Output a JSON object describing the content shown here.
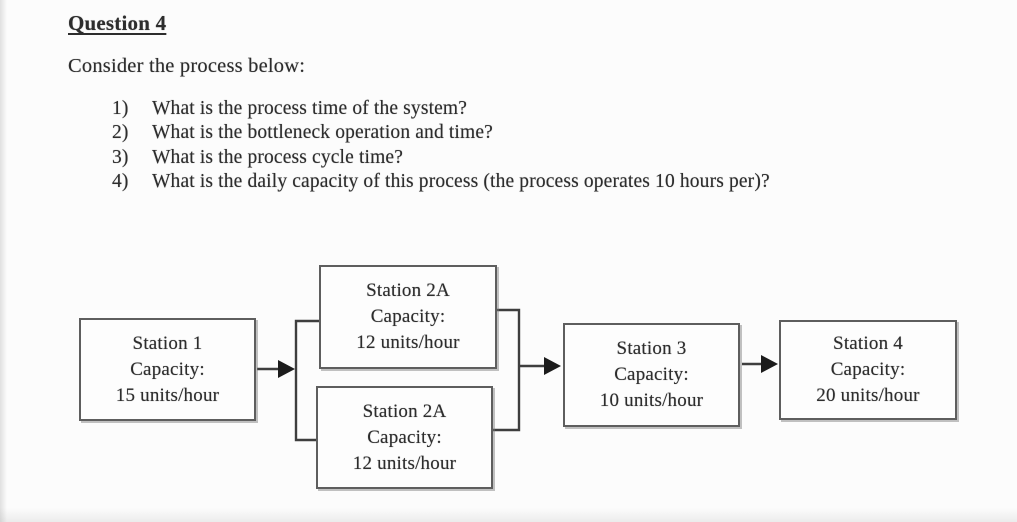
{
  "page": {
    "title": "Question 4",
    "intro": "Consider the process below:",
    "questions": [
      {
        "num": "1)",
        "text": "What is the process time of the system?"
      },
      {
        "num": "2)",
        "text": "What is the bottleneck operation and time?"
      },
      {
        "num": "3)",
        "text": "What is the process cycle time?"
      },
      {
        "num": "4)",
        "text": "What is the daily capacity of this process (the process operates 10 hours per)?"
      }
    ]
  },
  "diagram": {
    "stations": [
      {
        "name": "Station 1",
        "cap_label": "Capacity:",
        "cap_value": "15 units/hour"
      },
      {
        "name": "Station 2A",
        "cap_label": "Capacity:",
        "cap_value": "12 units/hour"
      },
      {
        "name": "Station 2A",
        "cap_label": "Capacity:",
        "cap_value": "12 units/hour"
      },
      {
        "name": "Station 3",
        "cap_label": "Capacity:",
        "cap_value": "10 units/hour"
      },
      {
        "name": "Station 4",
        "cap_label": "Capacity:",
        "cap_value": "20 units/hour"
      }
    ],
    "colors": {
      "box_border": "#5e5e5e",
      "connector_line": "#3e3e3e",
      "arrowhead": "#1c1c1c",
      "text": "#2d2d2d",
      "background": "#fcfcfc"
    }
  }
}
